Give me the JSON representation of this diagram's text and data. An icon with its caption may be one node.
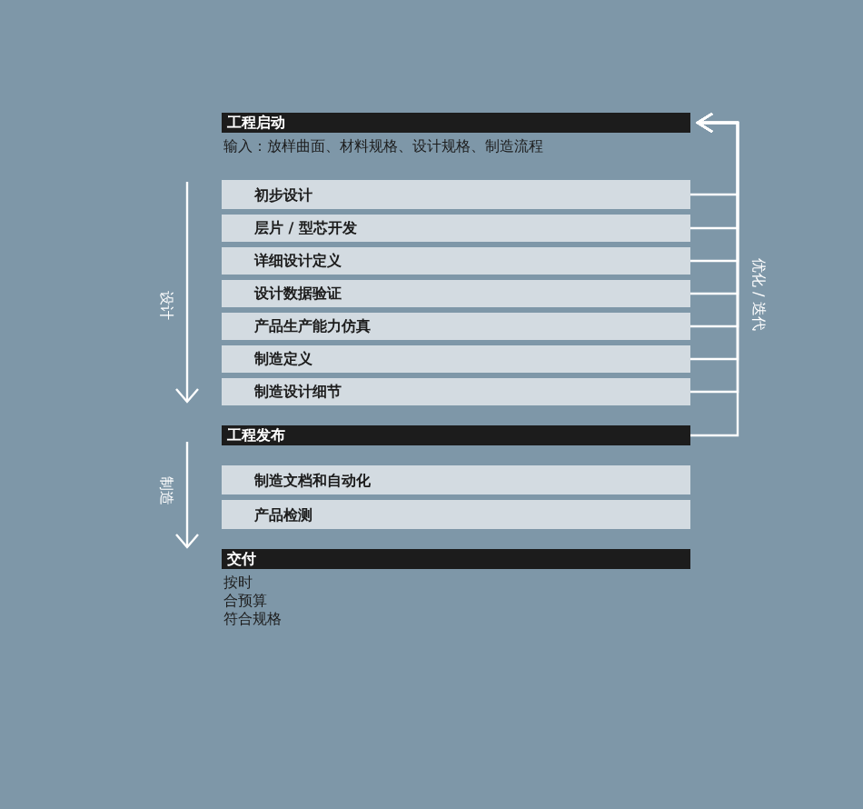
{
  "diagram": {
    "nodes": [
      {
        "text": [
          "工程启动"
        ],
        "beside": [
          "输入：放样曲面、材料规格、设计规格、制造流程"
        ]
      },
      {
        "text": [
          "初步设计"
        ]
      },
      {
        "text": [
          "层片 / 型芯开发"
        ]
      },
      {
        "text": [
          "详细设计定义"
        ]
      },
      {
        "text": [
          "设计数据验证"
        ]
      },
      {
        "text": [
          "产品生产能力仿真"
        ]
      },
      {
        "text": [
          "制造定义"
        ]
      },
      {
        "text": [
          "制造设计细节"
        ]
      },
      {
        "text": [
          "工程发布"
        ]
      },
      {
        "text": [
          "制造文档和自动化"
        ]
      },
      {
        "text": [
          "产品检测"
        ]
      },
      {
        "text": [
          "交付"
        ],
        "beside": [
          "按时",
          "合预算",
          "符合规格"
        ]
      }
    ],
    "edges": [
      {
        "from": 1,
        "to": 0,
        "arrow": "to"
      },
      {
        "from": 2,
        "to": 0,
        "arrow": "to"
      },
      {
        "from": 3,
        "to": 0,
        "arrow": "to"
      },
      {
        "from": 4,
        "to": 0,
        "arrow": "to"
      },
      {
        "from": 5,
        "to": 0,
        "arrow": "to"
      },
      {
        "from": 6,
        "to": 0,
        "arrow": "to"
      },
      {
        "from": 7,
        "to": 0,
        "arrow": "to"
      },
      {
        "from": 8,
        "to": 0,
        "arrow": "to"
      }
    ],
    "labels": [
      "设计",
      "制造",
      "优化 / 迭代"
    ]
  }
}
